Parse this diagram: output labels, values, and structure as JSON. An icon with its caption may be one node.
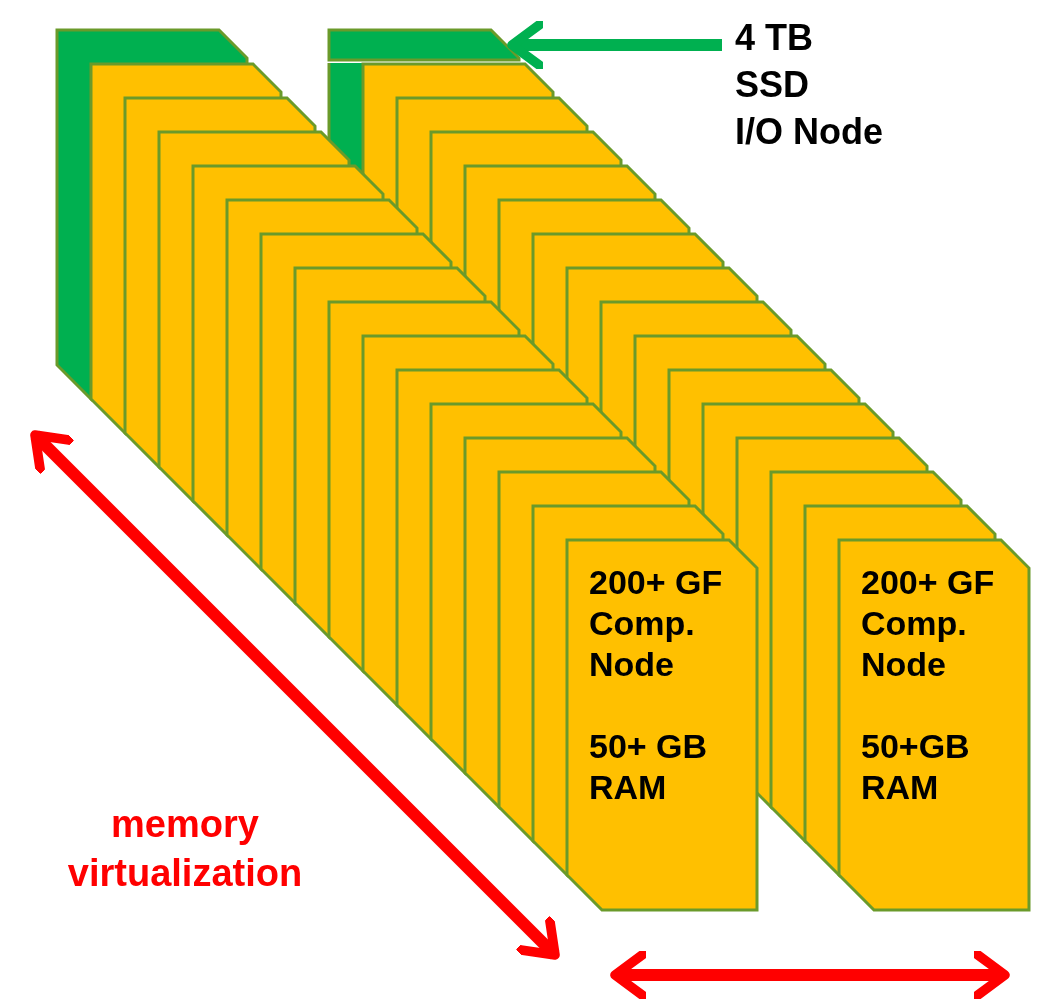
{
  "diagram": {
    "nodes": [
      {
        "text": [
          "4 TB SSD I/O Node"
        ]
      },
      {
        "text": [],
        "shape": "box"
      },
      {
        "text": [
          "200+ GF Comp. Node",
          "50+ GB RAM"
        ]
      },
      {
        "text": [
          "200+ GF Comp. Node",
          "50+GB RAM"
        ]
      }
    ],
    "edges": [
      {
        "from": 0,
        "to": 1,
        "arrow": "to"
      }
    ],
    "labels": [
      "memory virtualization"
    ]
  }
}
